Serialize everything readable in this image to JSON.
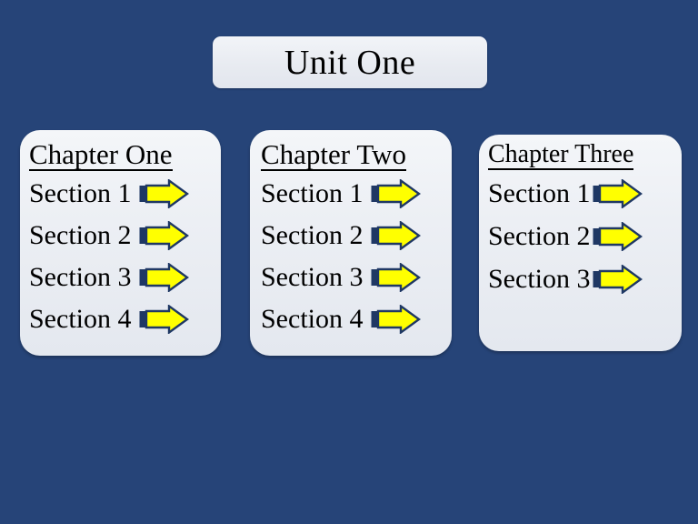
{
  "slide": {
    "background_color": "#264478",
    "title": {
      "text": "Unit One",
      "box_fill": "#eceff4"
    },
    "arrow_icon": {
      "name": "right-arrow-icon",
      "fill_color": "#ffff00",
      "outline_color": "#1f3864",
      "edge_bar_color": "#1f3864"
    },
    "chapters": [
      {
        "heading": "Chapter One",
        "sections": [
          {
            "label": "Section 1"
          },
          {
            "label": "Section 2"
          },
          {
            "label": "Section 3"
          },
          {
            "label": "Section 4"
          }
        ]
      },
      {
        "heading": "Chapter Two",
        "sections": [
          {
            "label": "Section 1"
          },
          {
            "label": "Section 2"
          },
          {
            "label": "Section 3"
          },
          {
            "label": "Section 4"
          }
        ]
      },
      {
        "heading": "Chapter Three",
        "sections": [
          {
            "label": "Section 1"
          },
          {
            "label": "Section 2"
          },
          {
            "label": "Section 3"
          }
        ]
      }
    ]
  }
}
